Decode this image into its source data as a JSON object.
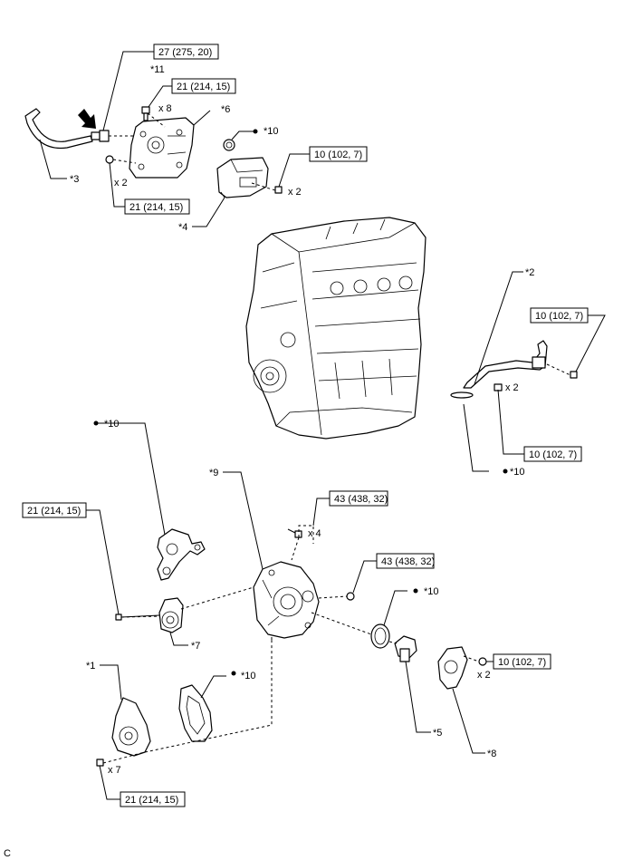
{
  "torque": {
    "t1": "27 (275, 20)",
    "t2": "21 (214, 15)",
    "t3": "21 (214, 15)",
    "t4": "10 (102, 7)",
    "t5": "10 (102, 7)",
    "t6": "10 (102, 7)",
    "t7": "43 (438, 32)",
    "t8": "43 (438, 32)",
    "t9": "21 (214, 15)",
    "t10": "10 (102, 7)",
    "t11": "21 (214, 15)"
  },
  "labels": {
    "p11": "*11",
    "p6": "*6",
    "p3": "*3",
    "p10a": "*10",
    "p4": "*4",
    "p2": "*2",
    "p10b": "*10",
    "p10c": "*10",
    "p9": "*9",
    "p10d": "*10",
    "p7": "*7",
    "p1": "*1",
    "p10e": "*10",
    "p5": "*5",
    "p8": "*8"
  },
  "qty": {
    "q1": "x 8",
    "q2": "x 2",
    "q3": "x 2",
    "q4": "x 2",
    "q5": "x 4",
    "q6": "x 2",
    "q7": "x 7"
  },
  "footer": {
    "code": "C"
  }
}
